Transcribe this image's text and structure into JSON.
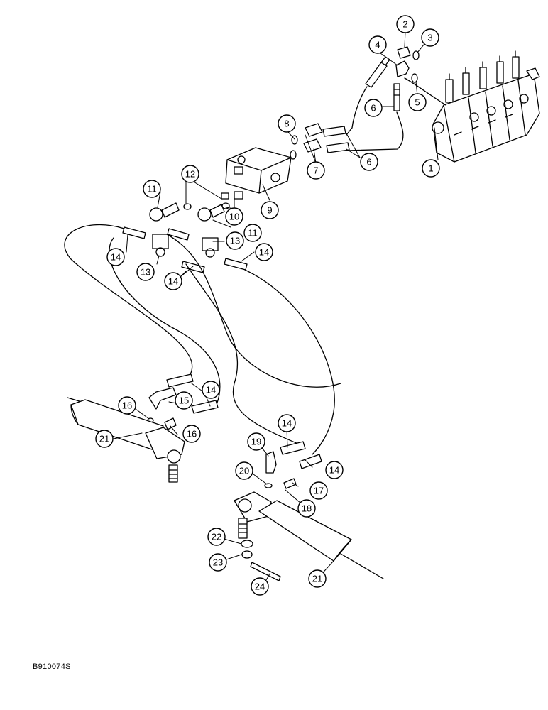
{
  "diagram": {
    "document_code": "B910074S",
    "callouts": {
      "c1": "1",
      "c2": "2",
      "c3": "3",
      "c4": "4",
      "c5": "5",
      "c6a": "6",
      "c6b": "6",
      "c7": "7",
      "c8": "8",
      "c9": "9",
      "c10": "10",
      "c11a": "11",
      "c11b": "11",
      "c12": "12",
      "c13a": "13",
      "c13b": "13",
      "c14a": "14",
      "c14b": "14",
      "c14c": "14",
      "c14d": "14",
      "c14e": "14",
      "c14f": "14",
      "c15": "15",
      "c16a": "16",
      "c16b": "16",
      "c17": "17",
      "c18": "18",
      "c19": "19",
      "c20": "20",
      "c21a": "21",
      "c21b": "21",
      "c22": "22",
      "c23": "23",
      "c24": "24"
    }
  }
}
